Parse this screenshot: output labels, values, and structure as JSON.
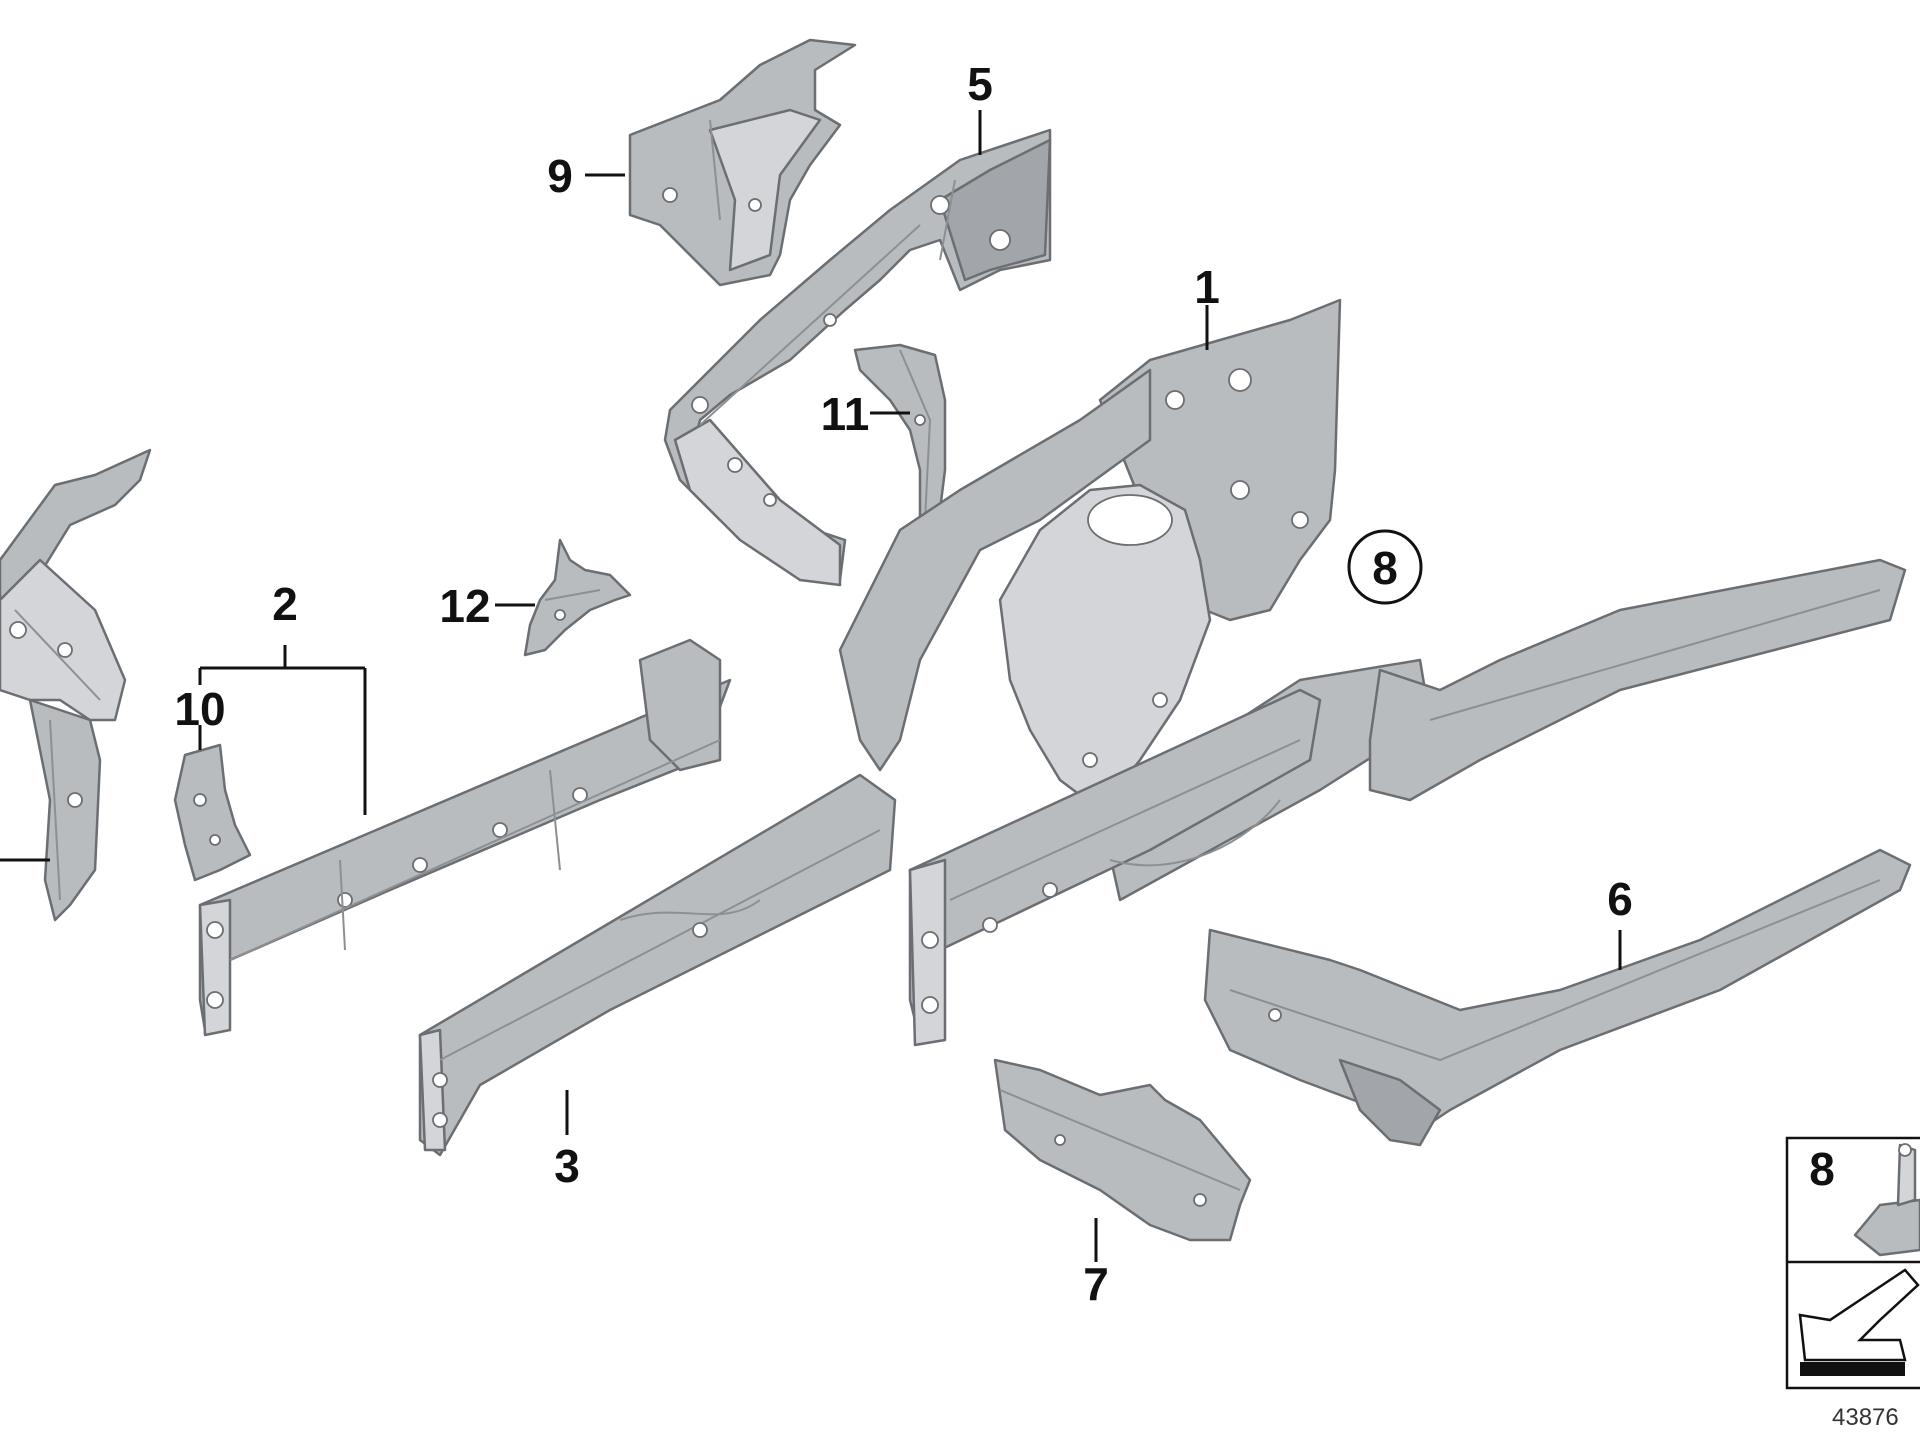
{
  "labels": {
    "p1": "1",
    "p2": "2",
    "p3": "3",
    "p5": "5",
    "p6": "6",
    "p7": "7",
    "p8_circled": "8",
    "p9": "9",
    "p10": "10",
    "p11": "11",
    "p12": "12"
  },
  "inset": {
    "label": "8"
  },
  "document_number": "43876"
}
